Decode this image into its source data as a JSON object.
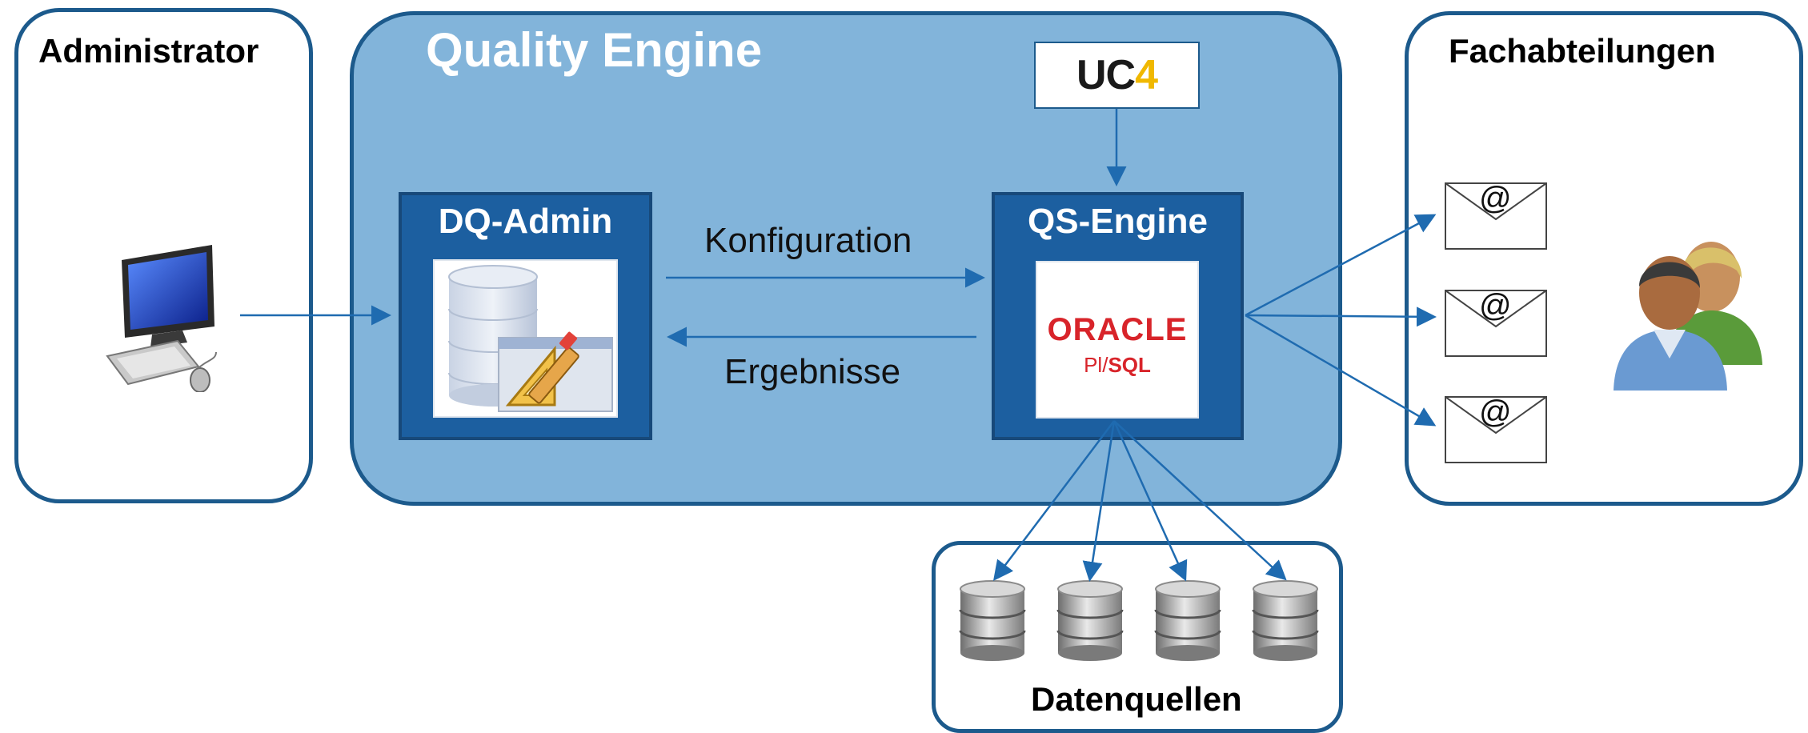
{
  "panels": {
    "administrator": {
      "title": "Administrator"
    },
    "quality_engine": {
      "title": "Quality Engine"
    },
    "fachabteilungen": {
      "title": "Fachabteilungen"
    },
    "datenquellen": {
      "title": "Datenquellen"
    }
  },
  "scheduler": {
    "logo_text_main": "UC",
    "logo_text_accent": "4"
  },
  "modules": {
    "dq_admin": {
      "title": "DQ-Admin"
    },
    "qs_engine": {
      "title": "QS-Engine",
      "oracle_label": "ORACLE",
      "plsql_prefix": "Pl/",
      "plsql_suffix": "SQL"
    }
  },
  "flows": {
    "konfiguration": "Konfiguration",
    "ergebnisse": "Ergebnisse"
  },
  "email_symbol": "@",
  "colors": {
    "panel_border": "#1c5a8c",
    "engine_fill": "#82b4da",
    "module_fill": "#1c5fa0",
    "arrow": "#1f6bb0",
    "oracle_red": "#d8242a",
    "uc4_yellow": "#f0b800"
  }
}
